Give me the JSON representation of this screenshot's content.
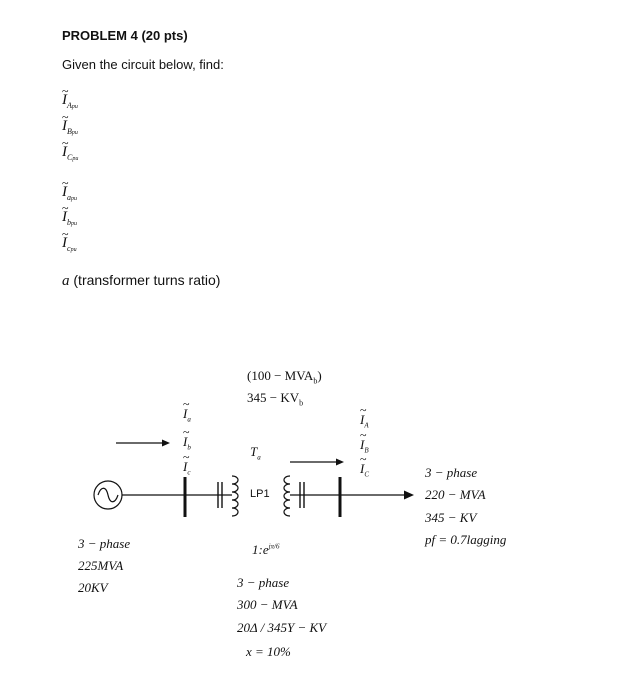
{
  "problem": {
    "title": "PROBLEM 4 (20 pts)",
    "intro": "Given the circuit below, find:"
  },
  "find_list": {
    "primary": [
      {
        "sym": "I",
        "sub": "A",
        "sub2": "pu"
      },
      {
        "sym": "I",
        "sub": "B",
        "sub2": "pu"
      },
      {
        "sym": "I",
        "sub": "C",
        "sub2": "pu"
      }
    ],
    "secondary": [
      {
        "sym": "I",
        "sub": "a",
        "sub2": "pu"
      },
      {
        "sym": "I",
        "sub": "b",
        "sub2": "pu"
      },
      {
        "sym": "I",
        "sub": "c",
        "sub2": "pu"
      }
    ],
    "turns_symbol": "a",
    "turns_text": "(transformer turns ratio)"
  },
  "diagram": {
    "base_mva": "(100 − MVA",
    "base_mva_sub": "b",
    "base_mva_close": ")",
    "base_kv": "345 − KV",
    "base_kv_sub": "b",
    "gen_currents": [
      "a",
      "b",
      "c"
    ],
    "load_currents": [
      "A",
      "B",
      "C"
    ],
    "transformer_label": "T",
    "transformer_label_sub": "a",
    "transformer_overlay": "LP1",
    "ratio_base": "1:e",
    "ratio_exp": "jπ/6",
    "generator": {
      "phase": "3 − phase",
      "mva": "225MVA",
      "kv": "20KV"
    },
    "transformer": {
      "phase": "3 − phase",
      "mva": "300 − MVA",
      "kv": "20Δ / 345Y − KV",
      "x": "x = 10%"
    },
    "load": {
      "phase": "3 − phase",
      "mva": "220 − MVA",
      "kv": "345 − KV",
      "pf": "pf = 0.7lagging"
    },
    "stroke_color": "#111111"
  }
}
